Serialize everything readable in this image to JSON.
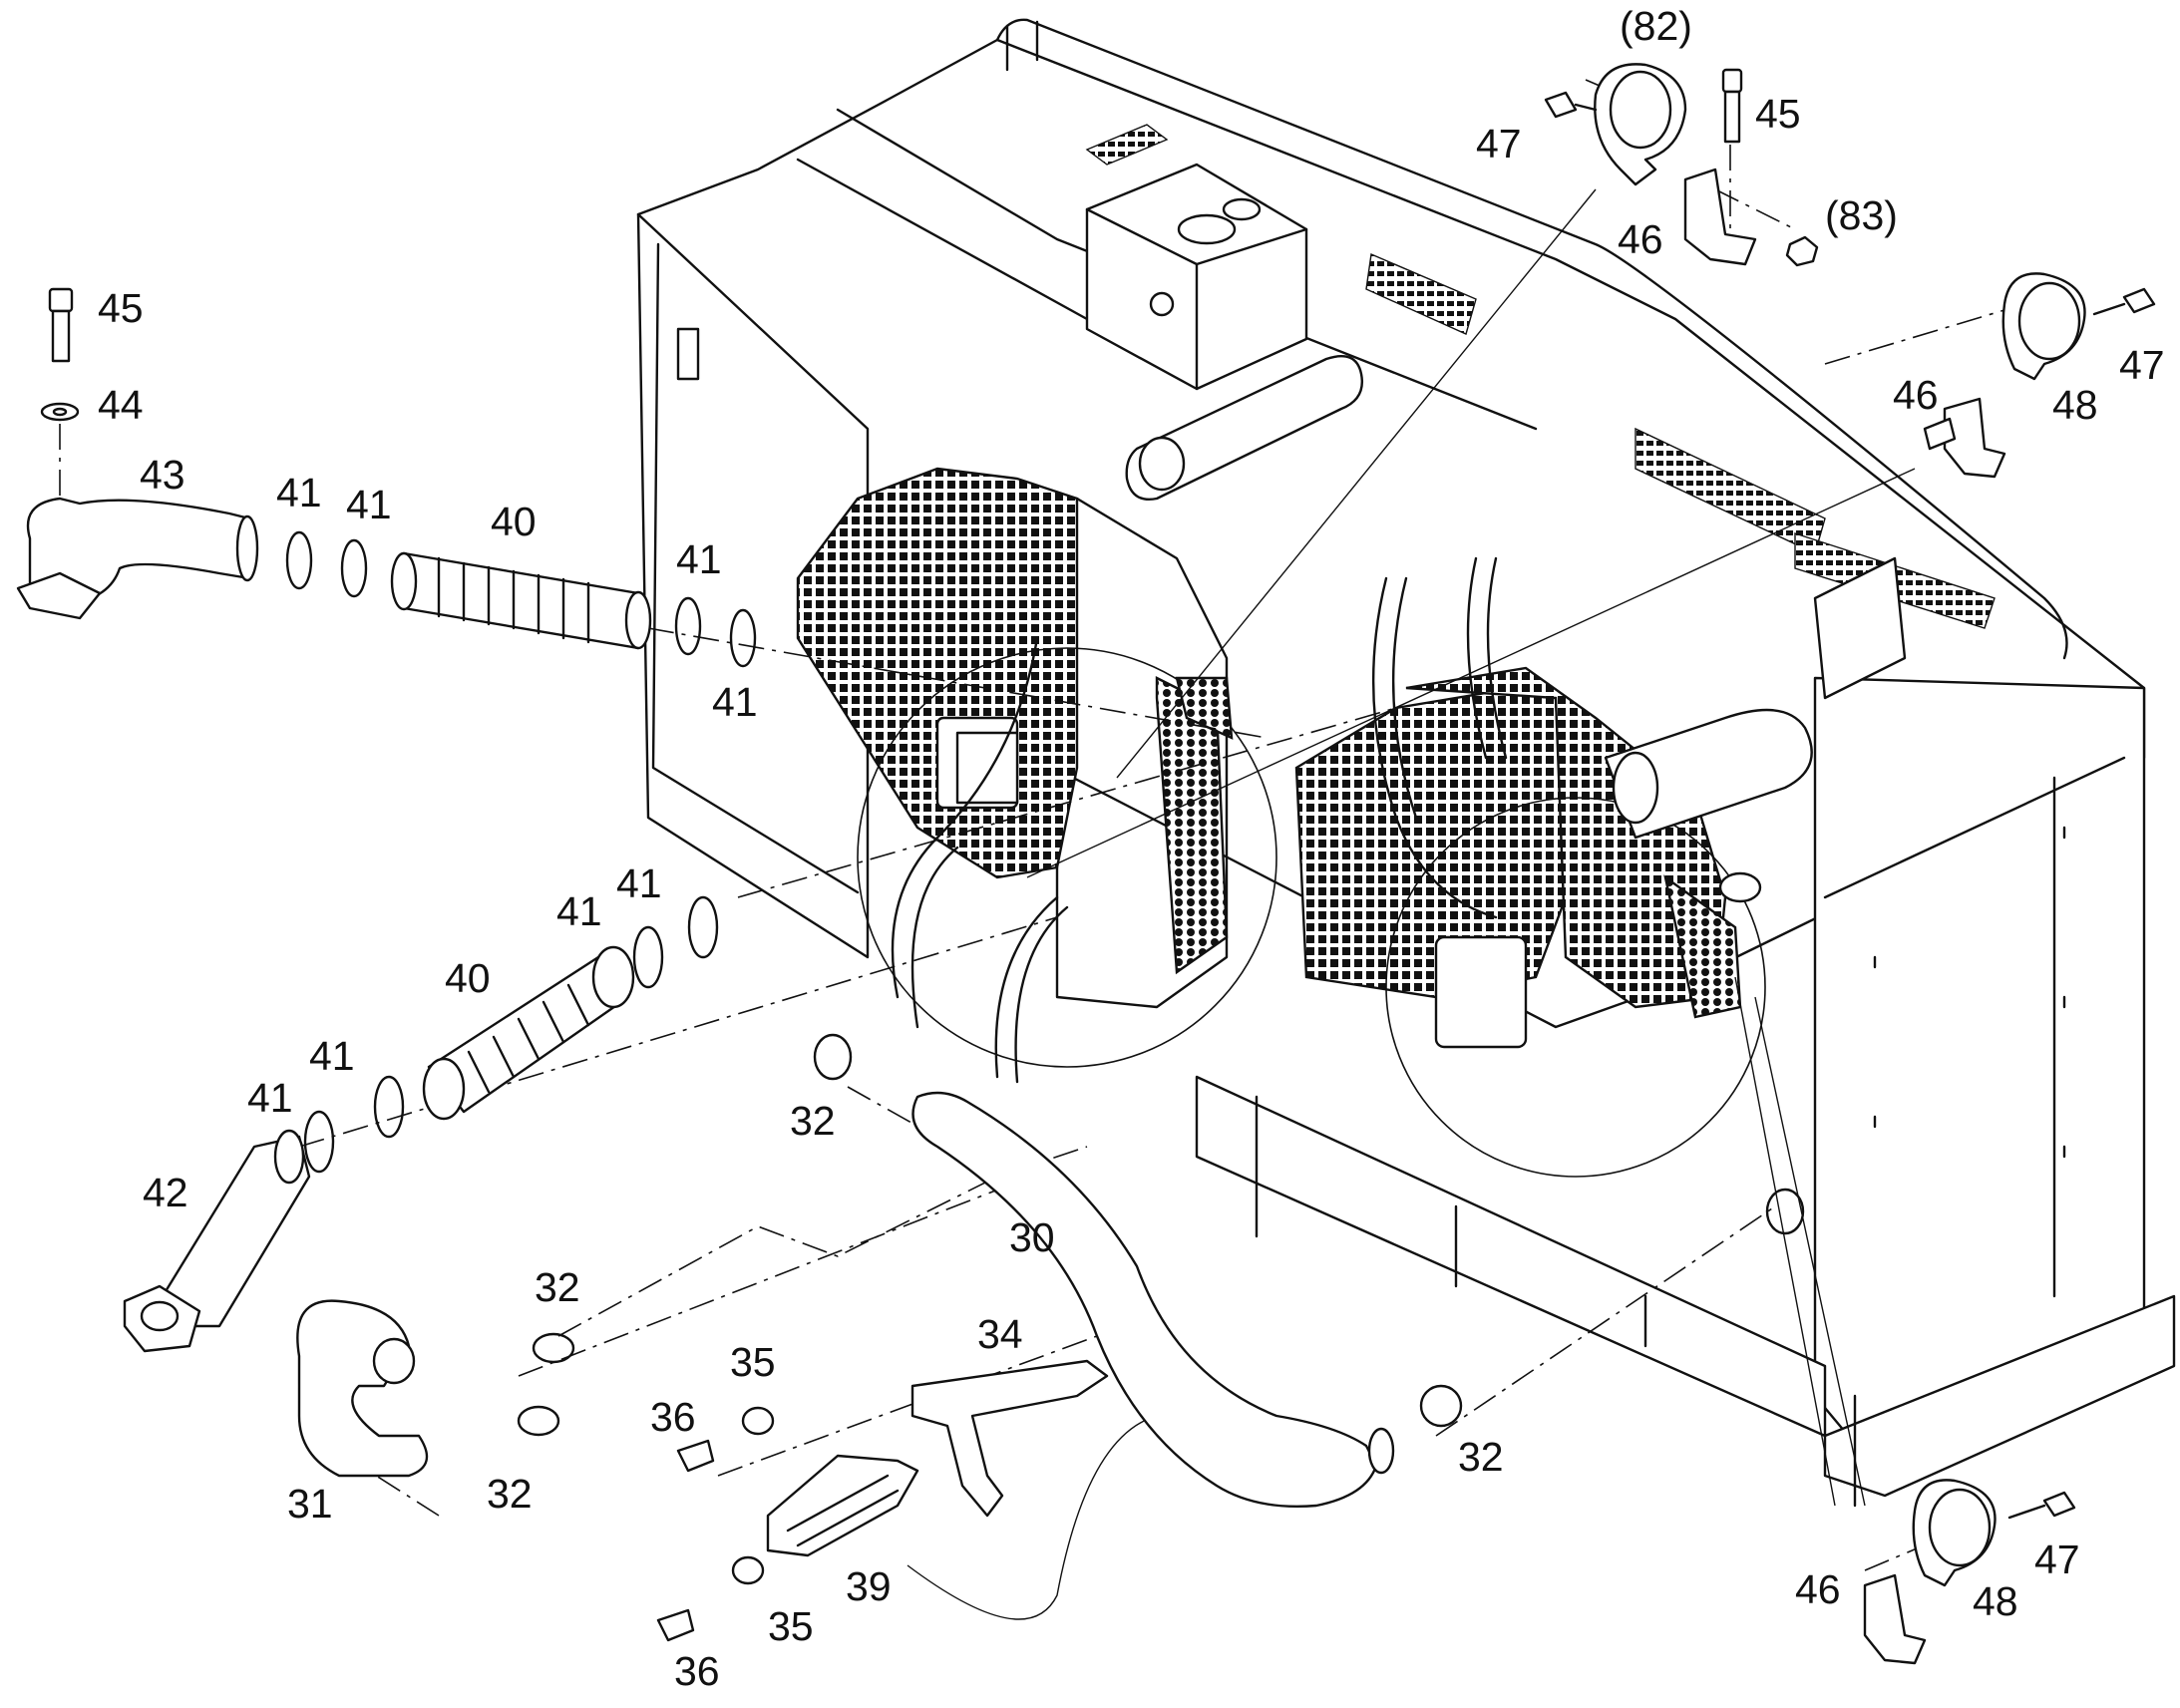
{
  "callouts": {
    "c82": "(82)",
    "c83": "(83)",
    "c45_top": "45",
    "c47_top": "47",
    "c46_top": "46",
    "c46_right": "46",
    "c48_right": "48",
    "c47_right": "47",
    "c45_left": "45",
    "c44": "44",
    "c43": "43",
    "c41_a": "41",
    "c41_b": "41",
    "c40_upper": "40",
    "c41_c": "41",
    "c41_d": "41",
    "c41_e": "41",
    "c41_f": "41",
    "c40_lower": "40",
    "c41_g": "41",
    "c41_h": "41",
    "c42": "42",
    "c32_mid": "32",
    "c30": "30",
    "c32_upper_left": "32",
    "c34": "34",
    "c35_upper": "35",
    "c36_upper": "36",
    "c31": "31",
    "c32_lower_left": "32",
    "c32_right": "32",
    "c39": "39",
    "c35_lower": "35",
    "c36_lower": "36",
    "c46_bottom": "46",
    "c48_bottom": "48",
    "c47_bottom": "47"
  },
  "colors": {
    "line": "#111111",
    "background": "#ffffff"
  }
}
